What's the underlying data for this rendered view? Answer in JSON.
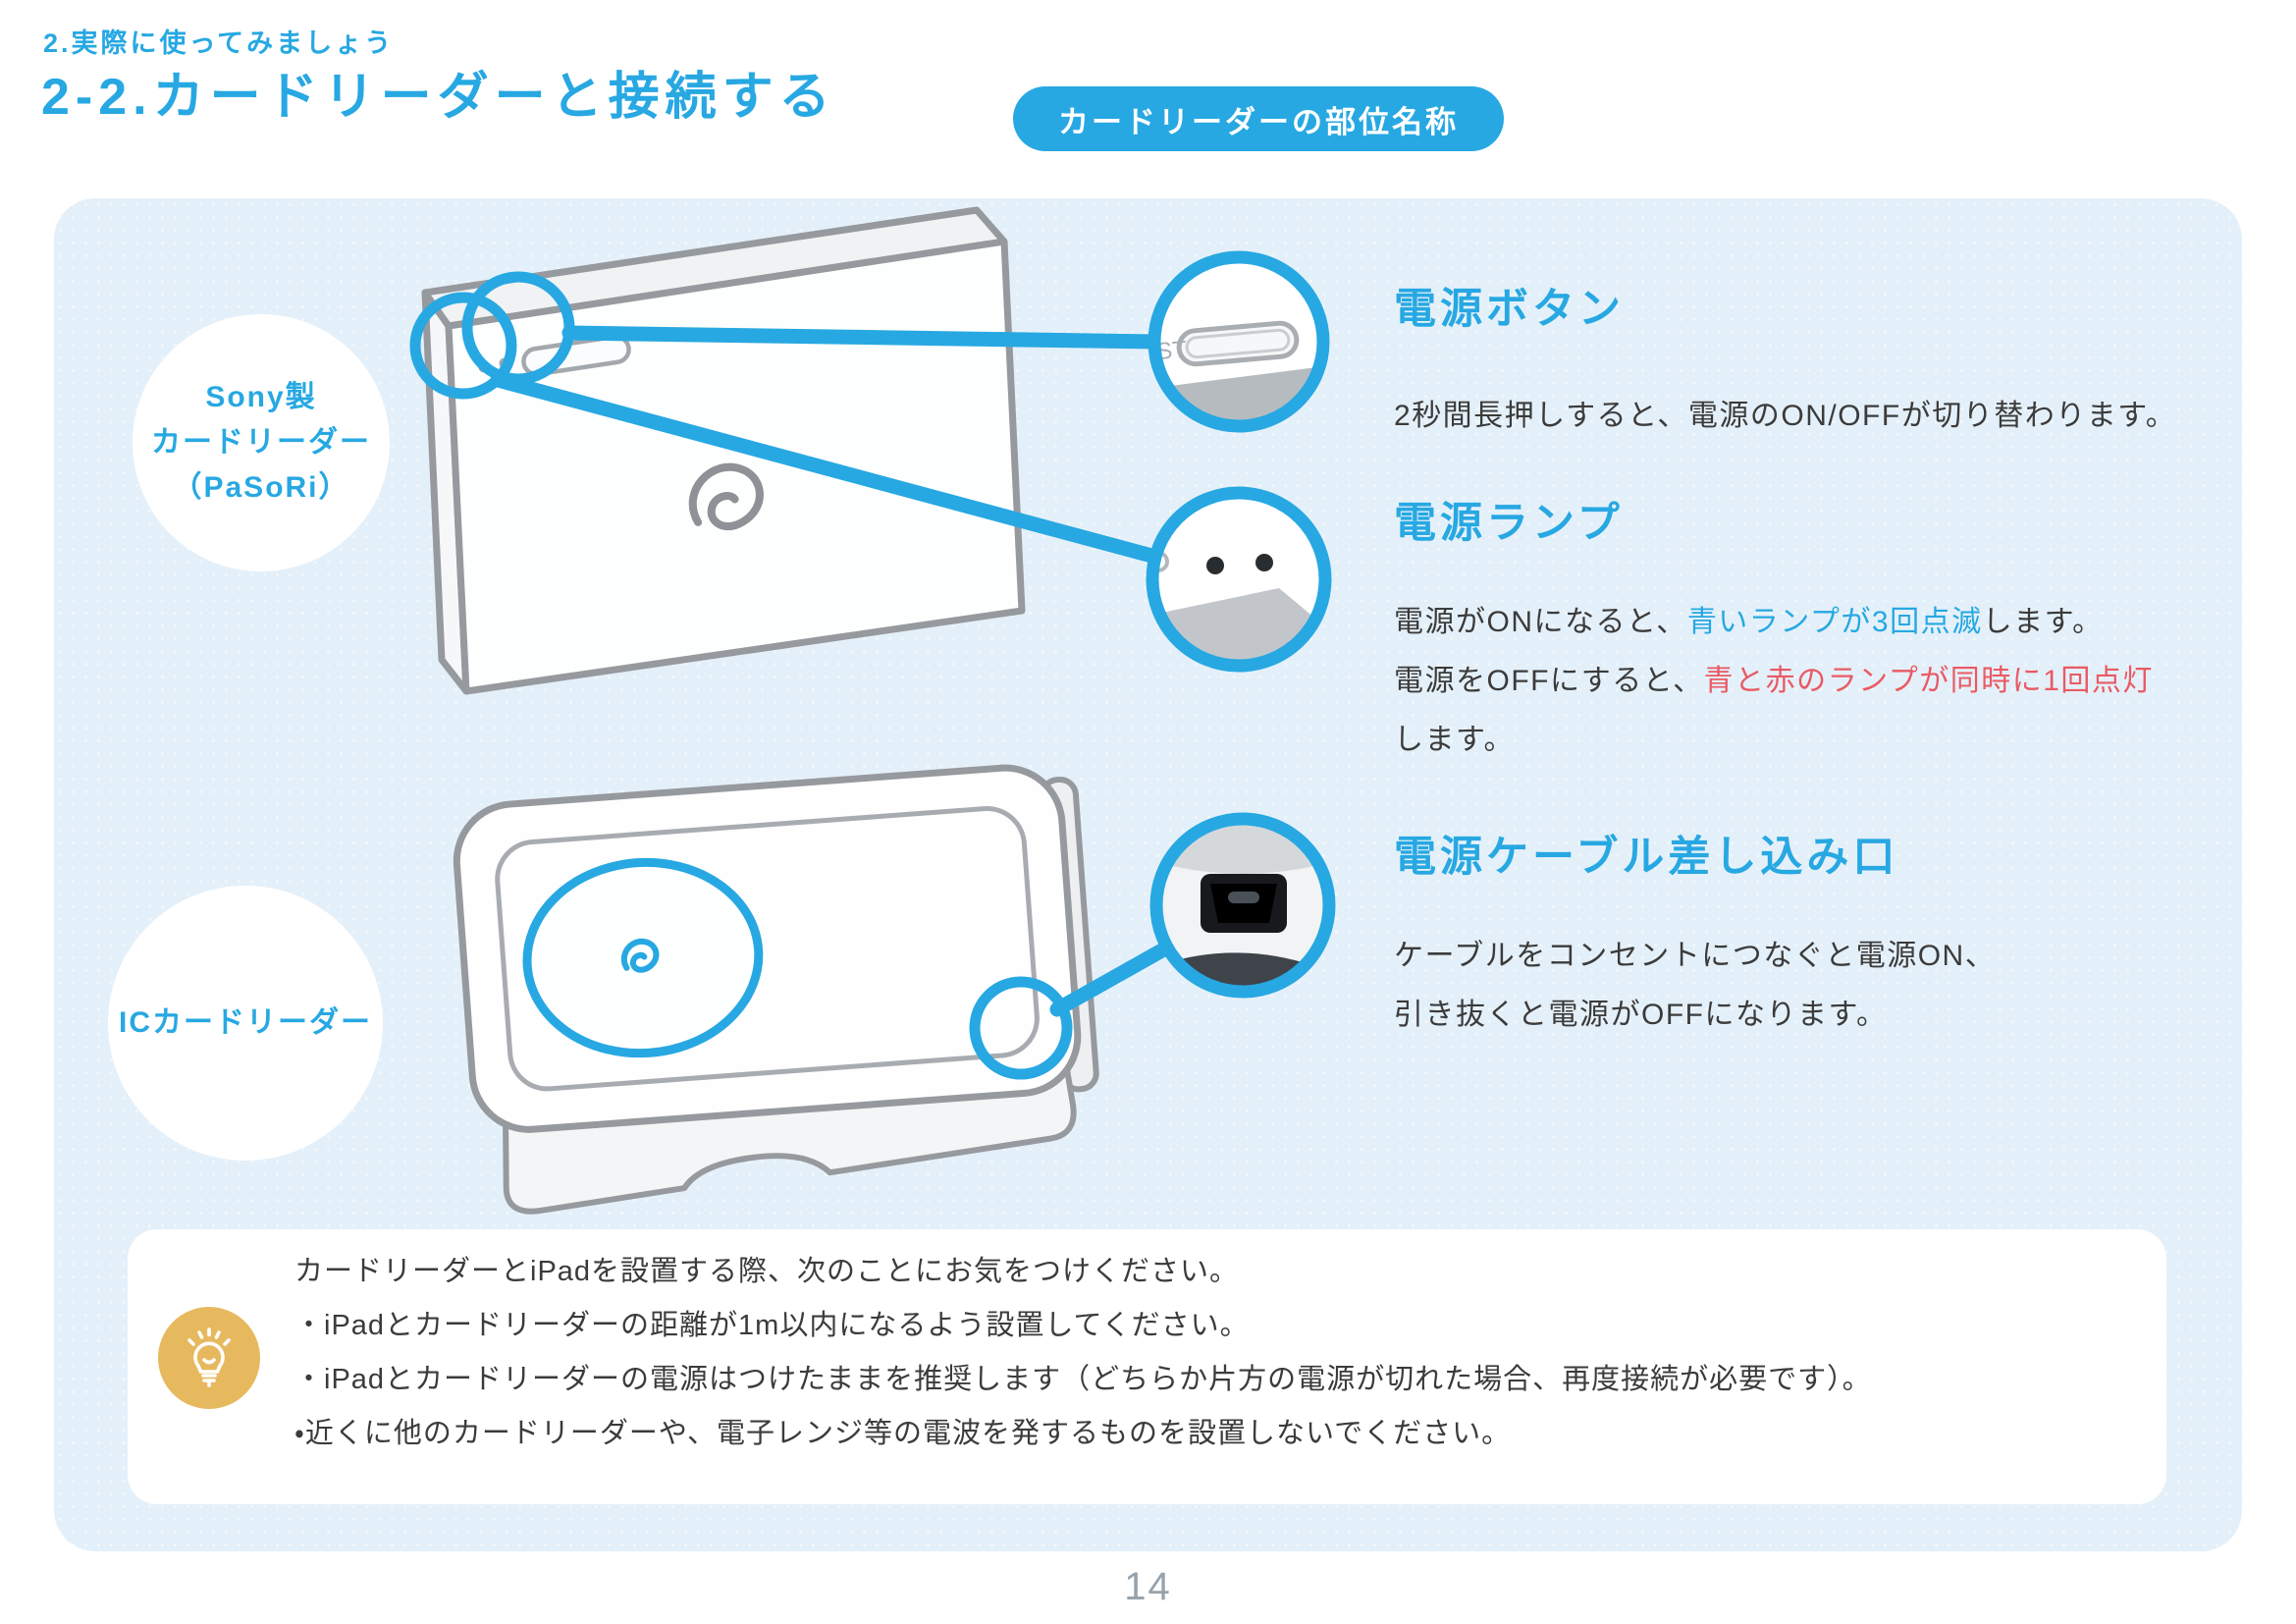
{
  "page": {
    "eyebrow": "2.実際に使ってみましょう",
    "title": "2-2.カードリーダーと接続する",
    "badge": "カードリーダーの部位名称",
    "page_number": "14"
  },
  "labels": {
    "sony_lines": [
      "Sony製",
      "カードリーダー",
      "（PaSoRi）"
    ],
    "ic": "ICカードリーダー"
  },
  "sections": [
    {
      "heading": "電源ボタン",
      "lines": [
        [
          {
            "t": "2秒間長押しすると、電源のON/OFFが切り替わります。",
            "c": "dark"
          }
        ]
      ]
    },
    {
      "heading": "電源ランプ",
      "lines": [
        [
          {
            "t": "電源がONになると、",
            "c": "dark"
          },
          {
            "t": "青いランプが3回点滅",
            "c": "blue"
          },
          {
            "t": "します。",
            "c": "dark"
          }
        ],
        [
          {
            "t": "電源をOFFにすると、",
            "c": "dark"
          },
          {
            "t": "青と赤のランプが同時に1回点灯",
            "c": "red"
          }
        ],
        [
          {
            "t": "します。",
            "c": "dark"
          }
        ]
      ]
    },
    {
      "heading": "電源ケーブル差し込み口",
      "lines": [
        [
          {
            "t": "ケーブルをコンセントにつなぐと電源ON、",
            "c": "dark"
          }
        ],
        [
          {
            "t": "引き抜くと電源がOFFになります。",
            "c": "dark"
          }
        ]
      ]
    }
  ],
  "note": {
    "lines": [
      "カードリーダーとiPadを設置する際、次のことにお気をつけください。",
      "・iPadとカードリーダーの距離が1m以内になるよう設置してください。",
      "・iPadとカードリーダーの電源はつけたままを推奨します（どちらか片方の電源が切れた場合、再度接続が必要です）。",
      "・近くに他のカードリーダーや、電子レンジ等の電波を発するものを設置しないでください。"
    ]
  },
  "callout_photo": {
    "label": "ST"
  },
  "colors": {
    "accent": "#27A8E2",
    "red": "#E95A64",
    "dark": "#3B3B3B",
    "panel_bg": "#E4F0F9",
    "gold": "#E7B95F",
    "device_outline": "#96999D",
    "page_number": "#98A2AB"
  }
}
